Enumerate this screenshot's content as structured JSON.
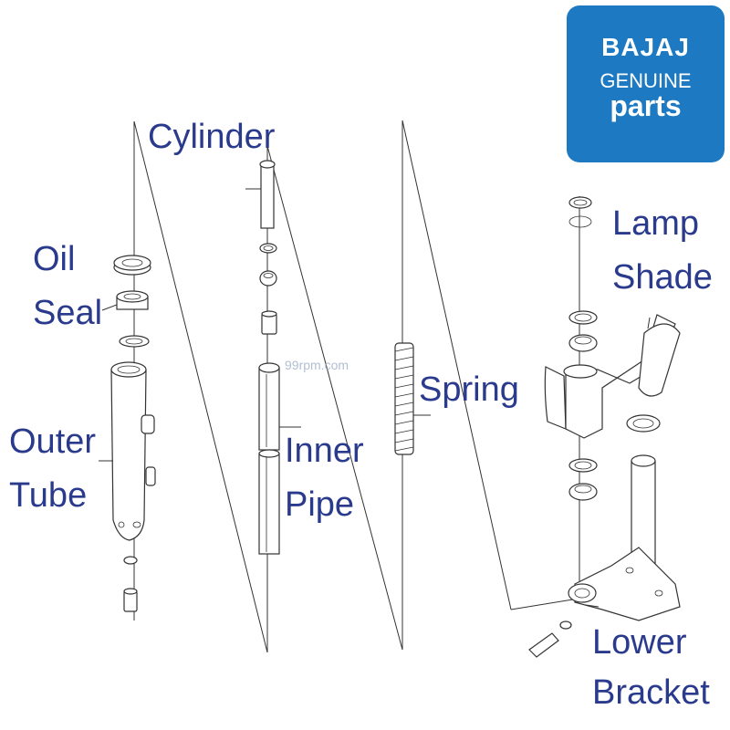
{
  "logo": {
    "line1": "BAJAJ",
    "line2": "GENUINE",
    "line3": "parts"
  },
  "watermark": "99rpm.com",
  "labels": {
    "cylinder": "Cylinder",
    "oil": "Oil",
    "seal": "Seal",
    "outer": "Outer",
    "tube": "Tube",
    "inner": "Inner",
    "pipe": "Pipe",
    "spring": "Spring",
    "lamp": "Lamp",
    "shade": "Shade",
    "lower": "Lower",
    "bracket": "Bracket"
  }
}
